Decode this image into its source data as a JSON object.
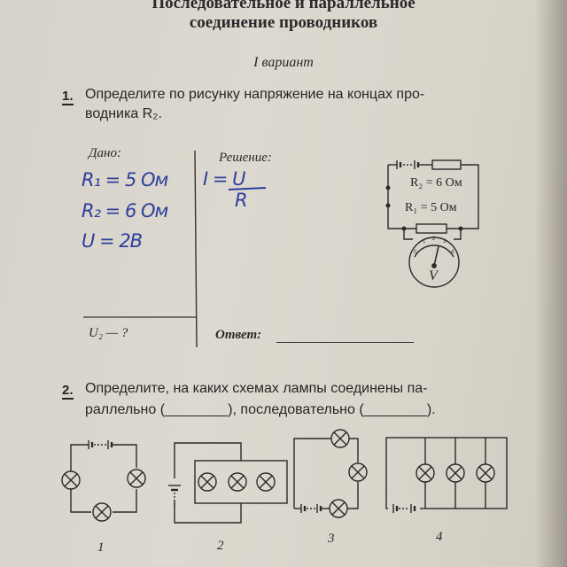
{
  "header": {
    "title_line1": "Последовательное и параллельное",
    "title_line2": "соединение проводников",
    "variant": "I вариант"
  },
  "task1": {
    "number": "1.",
    "text_line1": "Определите по рисунку напряжение на концах про-",
    "text_line2": "водника R₂.",
    "given_label": "Дано:",
    "solution_label": "Решение:",
    "find_label": "U₂ — ?",
    "answer_label": "Ответ:",
    "handwritten_given": [
      "R₁ = 5 Ом",
      "R₂ = 6 Ом",
      "U = 2В"
    ],
    "handwritten_solution": [
      "I = U",
      "R"
    ],
    "circuit": {
      "r2_label": "R₂ = 6 Ом",
      "r1_label": "R₁ = 5 Ом",
      "meter_label": "V",
      "scale_labels": [
        "0",
        "1",
        "2",
        "3",
        "4"
      ]
    }
  },
  "task2": {
    "number": "2.",
    "text_line1": "Определите, на каких схемах лампы соединены па-",
    "text_line2": "раллельно (________), последовательно (________).",
    "schematics": [
      "1",
      "2",
      "3",
      "4"
    ]
  },
  "colors": {
    "paper": "#d9d5cb",
    "ink": "#262626",
    "handwriting": "#2d3f9c"
  }
}
